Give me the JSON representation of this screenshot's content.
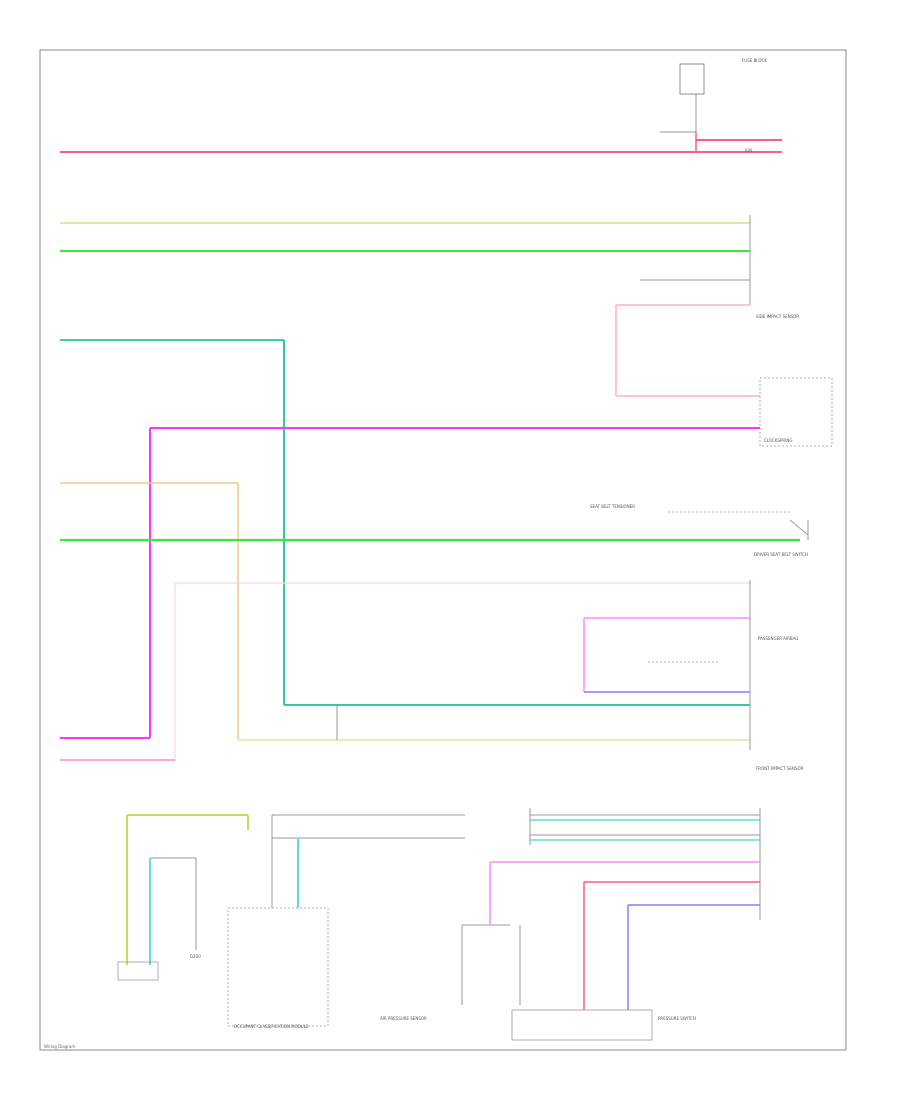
{
  "diagram": {
    "type": "wiring-diagram",
    "wire_colors": {
      "red": "#ff5a86",
      "yellow": "#e6e6a2",
      "green": "#33ee33",
      "teal_green": "#33c9a0",
      "magenta": "#ff33ff",
      "orange": "#f5c882",
      "violet": "#8b7bff",
      "cyan": "#5ee0d8",
      "yellow_green": "#c8dc5a",
      "gray": "#9a9a9a"
    },
    "note_page_code": "Wiring Diagram",
    "labels": {
      "fuse_block": "FUSE BLOCK",
      "module_bottom": "OCCUPANT CLASSIFICATION MODULE",
      "passenger_airbag": "PASSENGER AIRBAG",
      "driver_seat_belt": "DRIVER SEAT BELT SWITCH",
      "front_impact": "FRONT IMPACT SENSOR",
      "side_impact": "SIDE IMPACT SENSOR",
      "ground": "G200",
      "ign": "IGN",
      "clockspring": "CLOCKSPRING",
      "seat_belt_tensioner": "SEAT BELT TENSIONER",
      "pressure_sensor": "AIR PRESSURE SENSOR",
      "pressure_switch": "PRESSURE SWITCH"
    }
  }
}
